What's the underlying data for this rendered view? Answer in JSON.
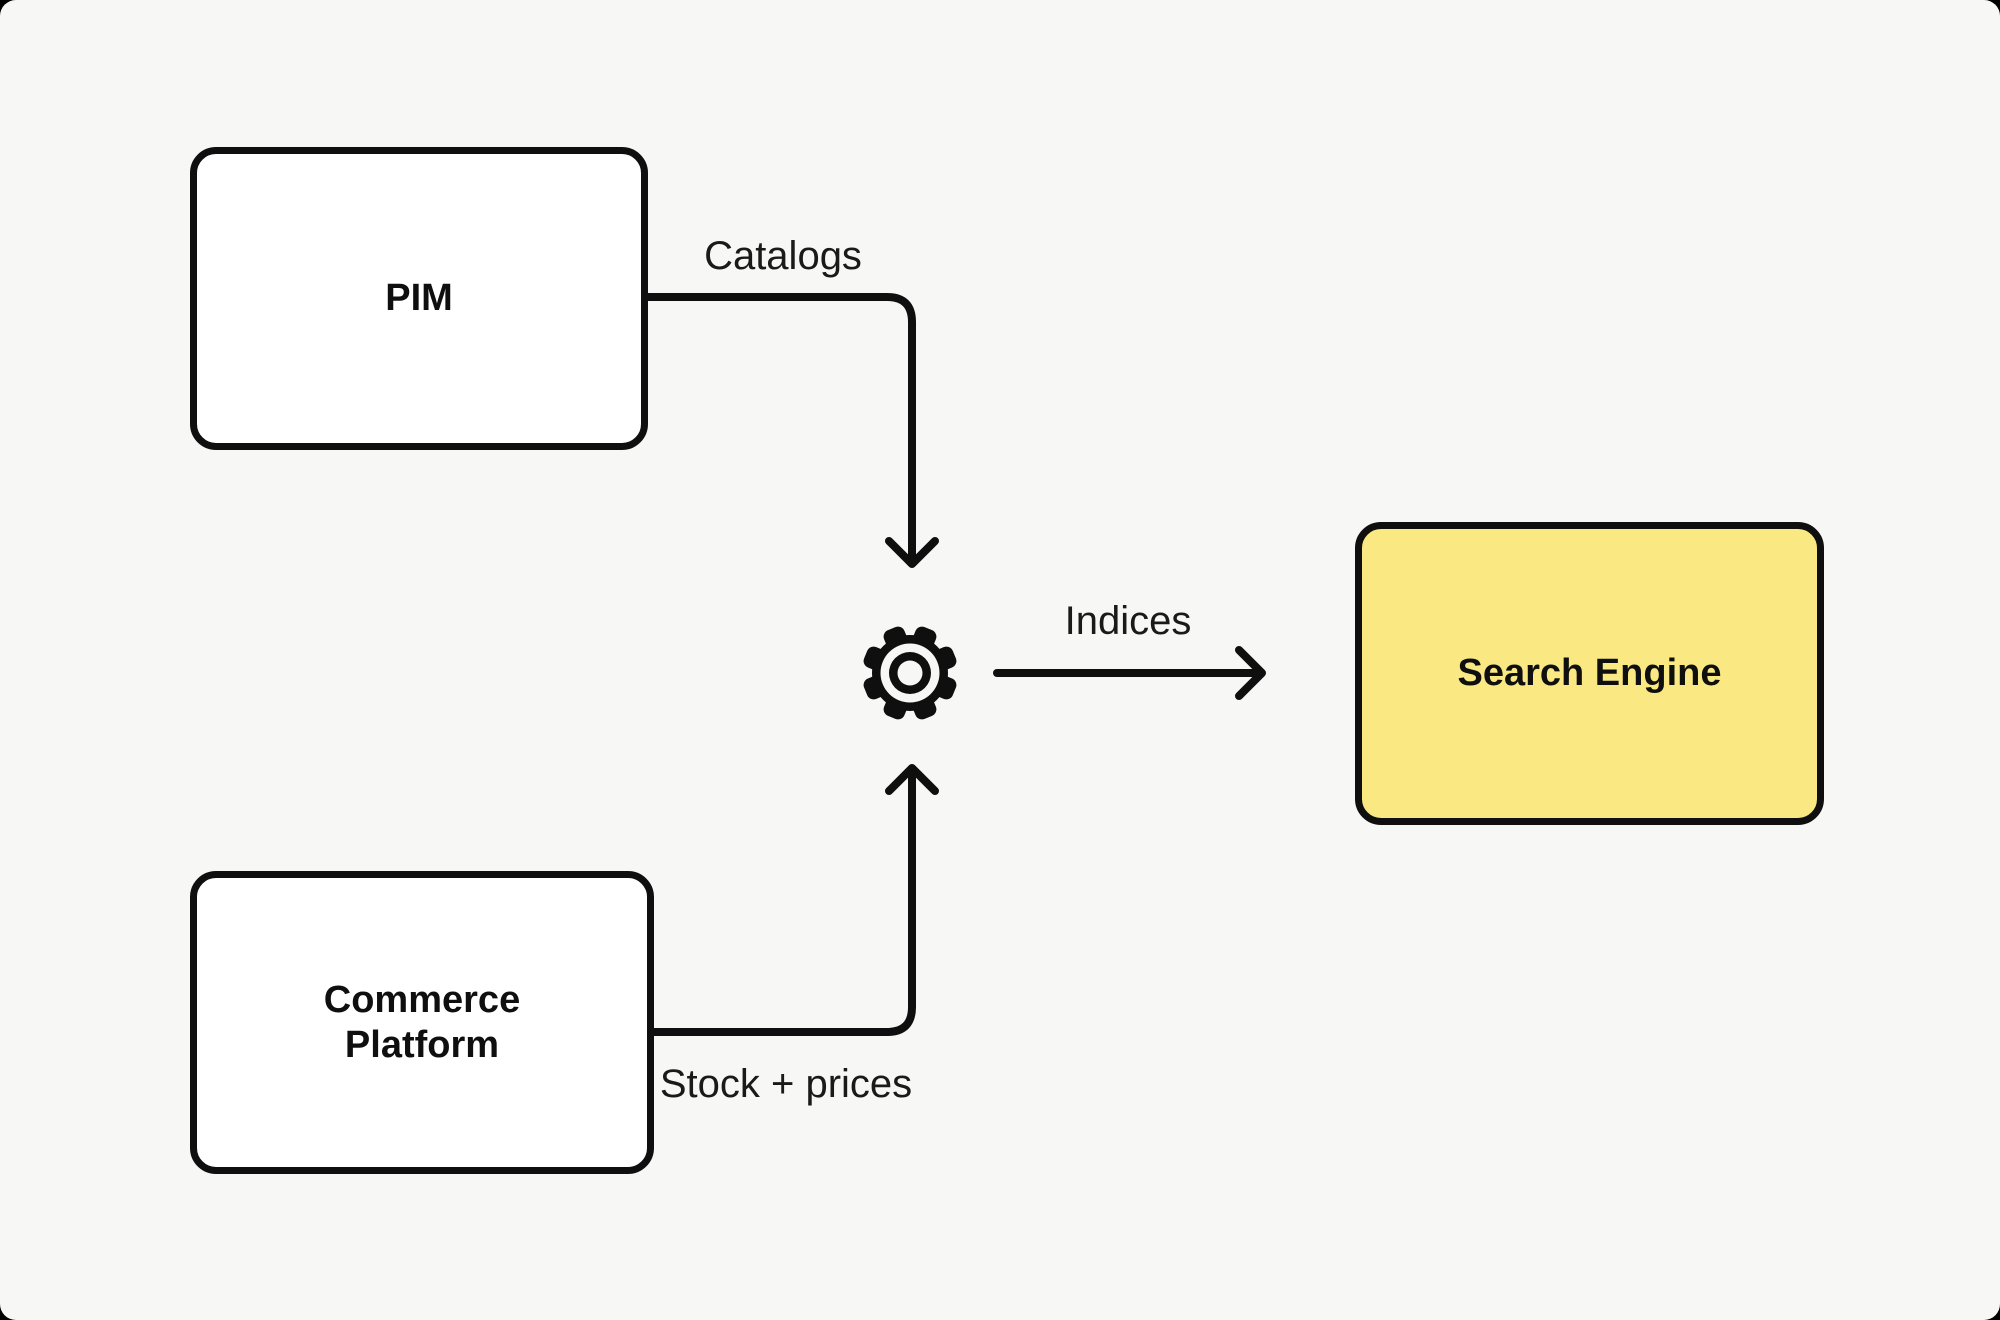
{
  "canvas": {
    "background_color": "#f7f7f5",
    "line_color": "#0f0f0f"
  },
  "nodes": {
    "pim": {
      "label": "PIM",
      "fill_color": "#ffffff"
    },
    "commerce": {
      "label": "Commerce Platform",
      "fill_color": "#ffffff"
    },
    "search": {
      "label": "Search Engine",
      "fill_color": "#fae982"
    }
  },
  "edges": {
    "catalogs": {
      "label": "Catalogs",
      "from": "PIM",
      "to": "gear"
    },
    "stock": {
      "label": "Stock + prices",
      "from": "Commerce Platform",
      "to": "gear"
    },
    "indices": {
      "label": "Indices",
      "from": "gear",
      "to": "Search Engine"
    }
  },
  "icons": {
    "gear": "gear-icon"
  }
}
